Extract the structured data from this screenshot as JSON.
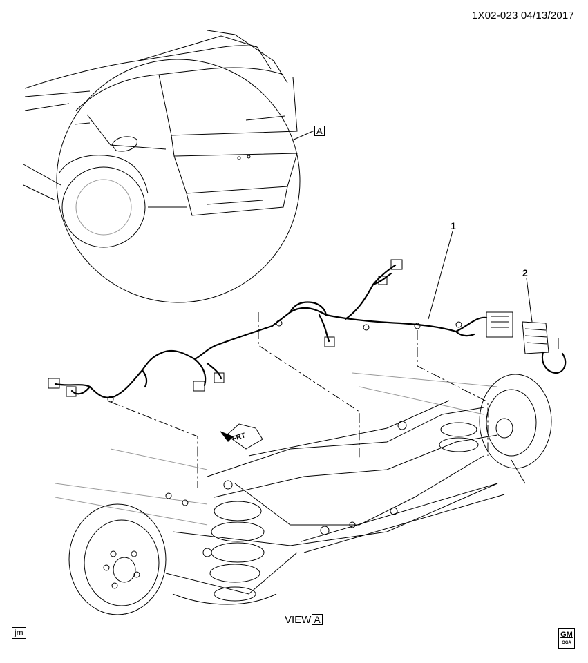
{
  "header": {
    "document_id": "1X02-023 04/13/2017"
  },
  "callouts": [
    {
      "number": "1"
    },
    {
      "number": "2"
    }
  ],
  "detail_view": {
    "reference_label": "A"
  },
  "view_caption": {
    "prefix": "VIEW",
    "reference_label": "A"
  },
  "direction_arrow": {
    "label": "FRT"
  },
  "footer": {
    "artist_initials": "jm",
    "logo_text": "GM",
    "logo_subtext": "OGA"
  }
}
